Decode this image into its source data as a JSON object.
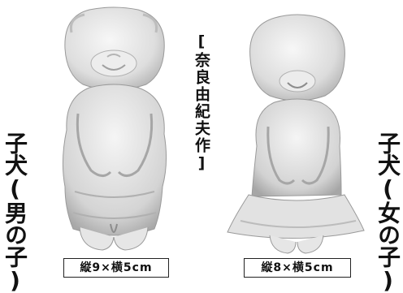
{
  "left_figure": {
    "title": "子犬(男の子)",
    "size": "縦9×横5cm"
  },
  "right_figure": {
    "title": "子犬(女の子)",
    "size": "縦8×横5cm"
  },
  "credit": "[奈良由紀夫作]"
}
